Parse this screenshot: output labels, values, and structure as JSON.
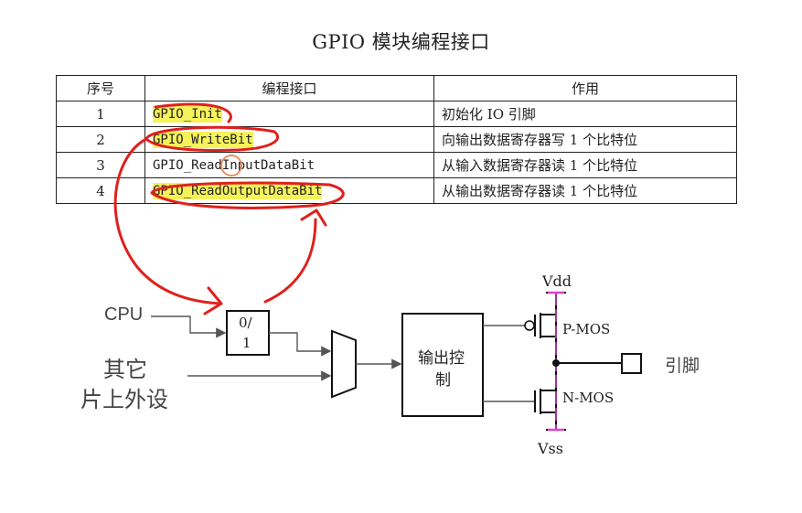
{
  "title": "GPIO 模块编程接口",
  "table": {
    "headers": [
      "序号",
      "编程接口",
      "作用"
    ],
    "rows": [
      {
        "num": "1",
        "fn": "GPIO_Init",
        "desc": "初始化 IO 引脚",
        "highlighted": true
      },
      {
        "num": "2",
        "fn": "GPIO_WriteBit",
        "desc": "向输出数据寄存器写 1 个比特位",
        "highlighted": true
      },
      {
        "num": "3",
        "fn": "GPIO_ReadInputDataBit",
        "desc": "从输入数据寄存器读 1 个比特位",
        "highlighted": false
      },
      {
        "num": "4",
        "fn": "GPIO_ReadOutputDataBit",
        "desc": "从输出数据寄存器读 1 个比特位",
        "highlighted": true
      }
    ]
  },
  "diagram": {
    "cpu_label": "CPU",
    "other_label_line1": "其它",
    "other_label_line2": "片上外设",
    "switch_top": "0/",
    "switch_bottom": "1",
    "control_line1": "输出控",
    "control_line2": "制",
    "vdd": "Vdd",
    "vss": "Vss",
    "pmos": "P-MOS",
    "nmos": "N-MOS",
    "pin": "引脚"
  },
  "colors": {
    "highlight": "#f5f25a",
    "annotation": "#e0201c",
    "rail": "#e040d0",
    "circle": "#e89060"
  }
}
